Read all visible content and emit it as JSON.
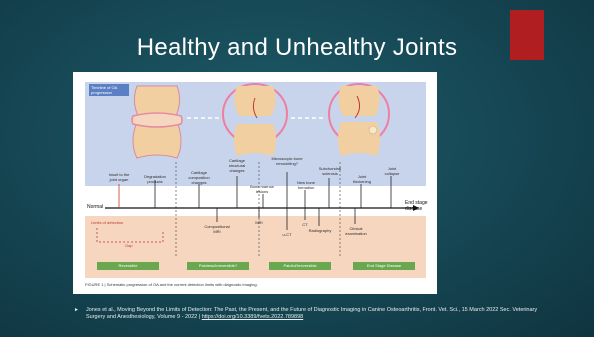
{
  "slide": {
    "title": "Healthy and Unhealthy Joints",
    "accent_color": "#b11e22",
    "background_color": "#174a57"
  },
  "figure": {
    "timeline_tag": "Timeline of OA progression",
    "events": [
      "Insult to the joint organ",
      "Degradation products",
      "Cartilage composition changes",
      "Cartilage structural changes",
      "Bone marrow lesions",
      "Microscopic bone remodeling?",
      "New bone formation",
      "Subchondral sclerosis",
      "Joint thickening",
      "Joint collapse"
    ],
    "axis_start": "Normal",
    "axis_end": "End stage disease",
    "detection_tag": "Limits of detection",
    "gap_label": "Gap",
    "modalities": [
      "Compositional MRI",
      "MRI",
      "u-CT",
      "CT",
      "Radiography",
      "Clinical examination"
    ],
    "stages": [
      "Reversible",
      "Painless/Irreversible?",
      "Painful/Irreversible",
      "End Stage Disease"
    ],
    "caption": "FIGURE 1 | Schematic progression of OA and the current detection limits with diagnostic imaging."
  },
  "citation": {
    "bullet": "►",
    "text": "Jones et al., Moving Beyond the Limits of Detection: The Past, the Present, and the Future of Diagnostic Imaging in Canine Osteoarthritis, Front. Vet. Sci., 15 March 2022 Sec. Veterinary Surgery and Anesthesiology, Volume 9 - 2022 | ",
    "link": "https://doi.org/10.3389/fvets.2022.789898"
  }
}
